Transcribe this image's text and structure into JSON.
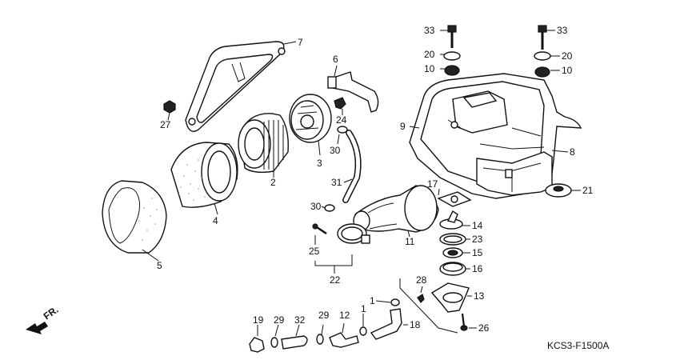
{
  "diagram": {
    "code": "KCS3-F1500A",
    "orientation_label": "FR.",
    "callouts": [
      {
        "id": "c33a",
        "text": "33"
      },
      {
        "id": "c33b",
        "text": "33"
      },
      {
        "id": "c20a",
        "text": "20"
      },
      {
        "id": "c20b",
        "text": "20"
      },
      {
        "id": "c10a",
        "text": "10"
      },
      {
        "id": "c10b",
        "text": "10"
      },
      {
        "id": "c7",
        "text": "7"
      },
      {
        "id": "c6",
        "text": "6"
      },
      {
        "id": "c27",
        "text": "27"
      },
      {
        "id": "c24",
        "text": "24"
      },
      {
        "id": "c9",
        "text": "9"
      },
      {
        "id": "c8",
        "text": "8"
      },
      {
        "id": "c3",
        "text": "3"
      },
      {
        "id": "c30a",
        "text": "30"
      },
      {
        "id": "c2",
        "text": "2"
      },
      {
        "id": "c31",
        "text": "31"
      },
      {
        "id": "c17",
        "text": "17"
      },
      {
        "id": "c21",
        "text": "21"
      },
      {
        "id": "c30b",
        "text": "30"
      },
      {
        "id": "c14",
        "text": "14"
      },
      {
        "id": "c4",
        "text": "4"
      },
      {
        "id": "c23",
        "text": "23"
      },
      {
        "id": "c11",
        "text": "11"
      },
      {
        "id": "c15",
        "text": "15"
      },
      {
        "id": "c25",
        "text": "25"
      },
      {
        "id": "c16",
        "text": "16"
      },
      {
        "id": "c5",
        "text": "5"
      },
      {
        "id": "c22",
        "text": "22"
      },
      {
        "id": "c28",
        "text": "28"
      },
      {
        "id": "c13",
        "text": "13"
      },
      {
        "id": "c1a",
        "text": "1"
      },
      {
        "id": "c1b",
        "text": "1"
      },
      {
        "id": "c18",
        "text": "18"
      },
      {
        "id": "c26",
        "text": "26"
      },
      {
        "id": "c19",
        "text": "19"
      },
      {
        "id": "c29a",
        "text": "29"
      },
      {
        "id": "c32",
        "text": "32"
      },
      {
        "id": "c29b",
        "text": "29"
      },
      {
        "id": "c12",
        "text": "12"
      }
    ]
  }
}
